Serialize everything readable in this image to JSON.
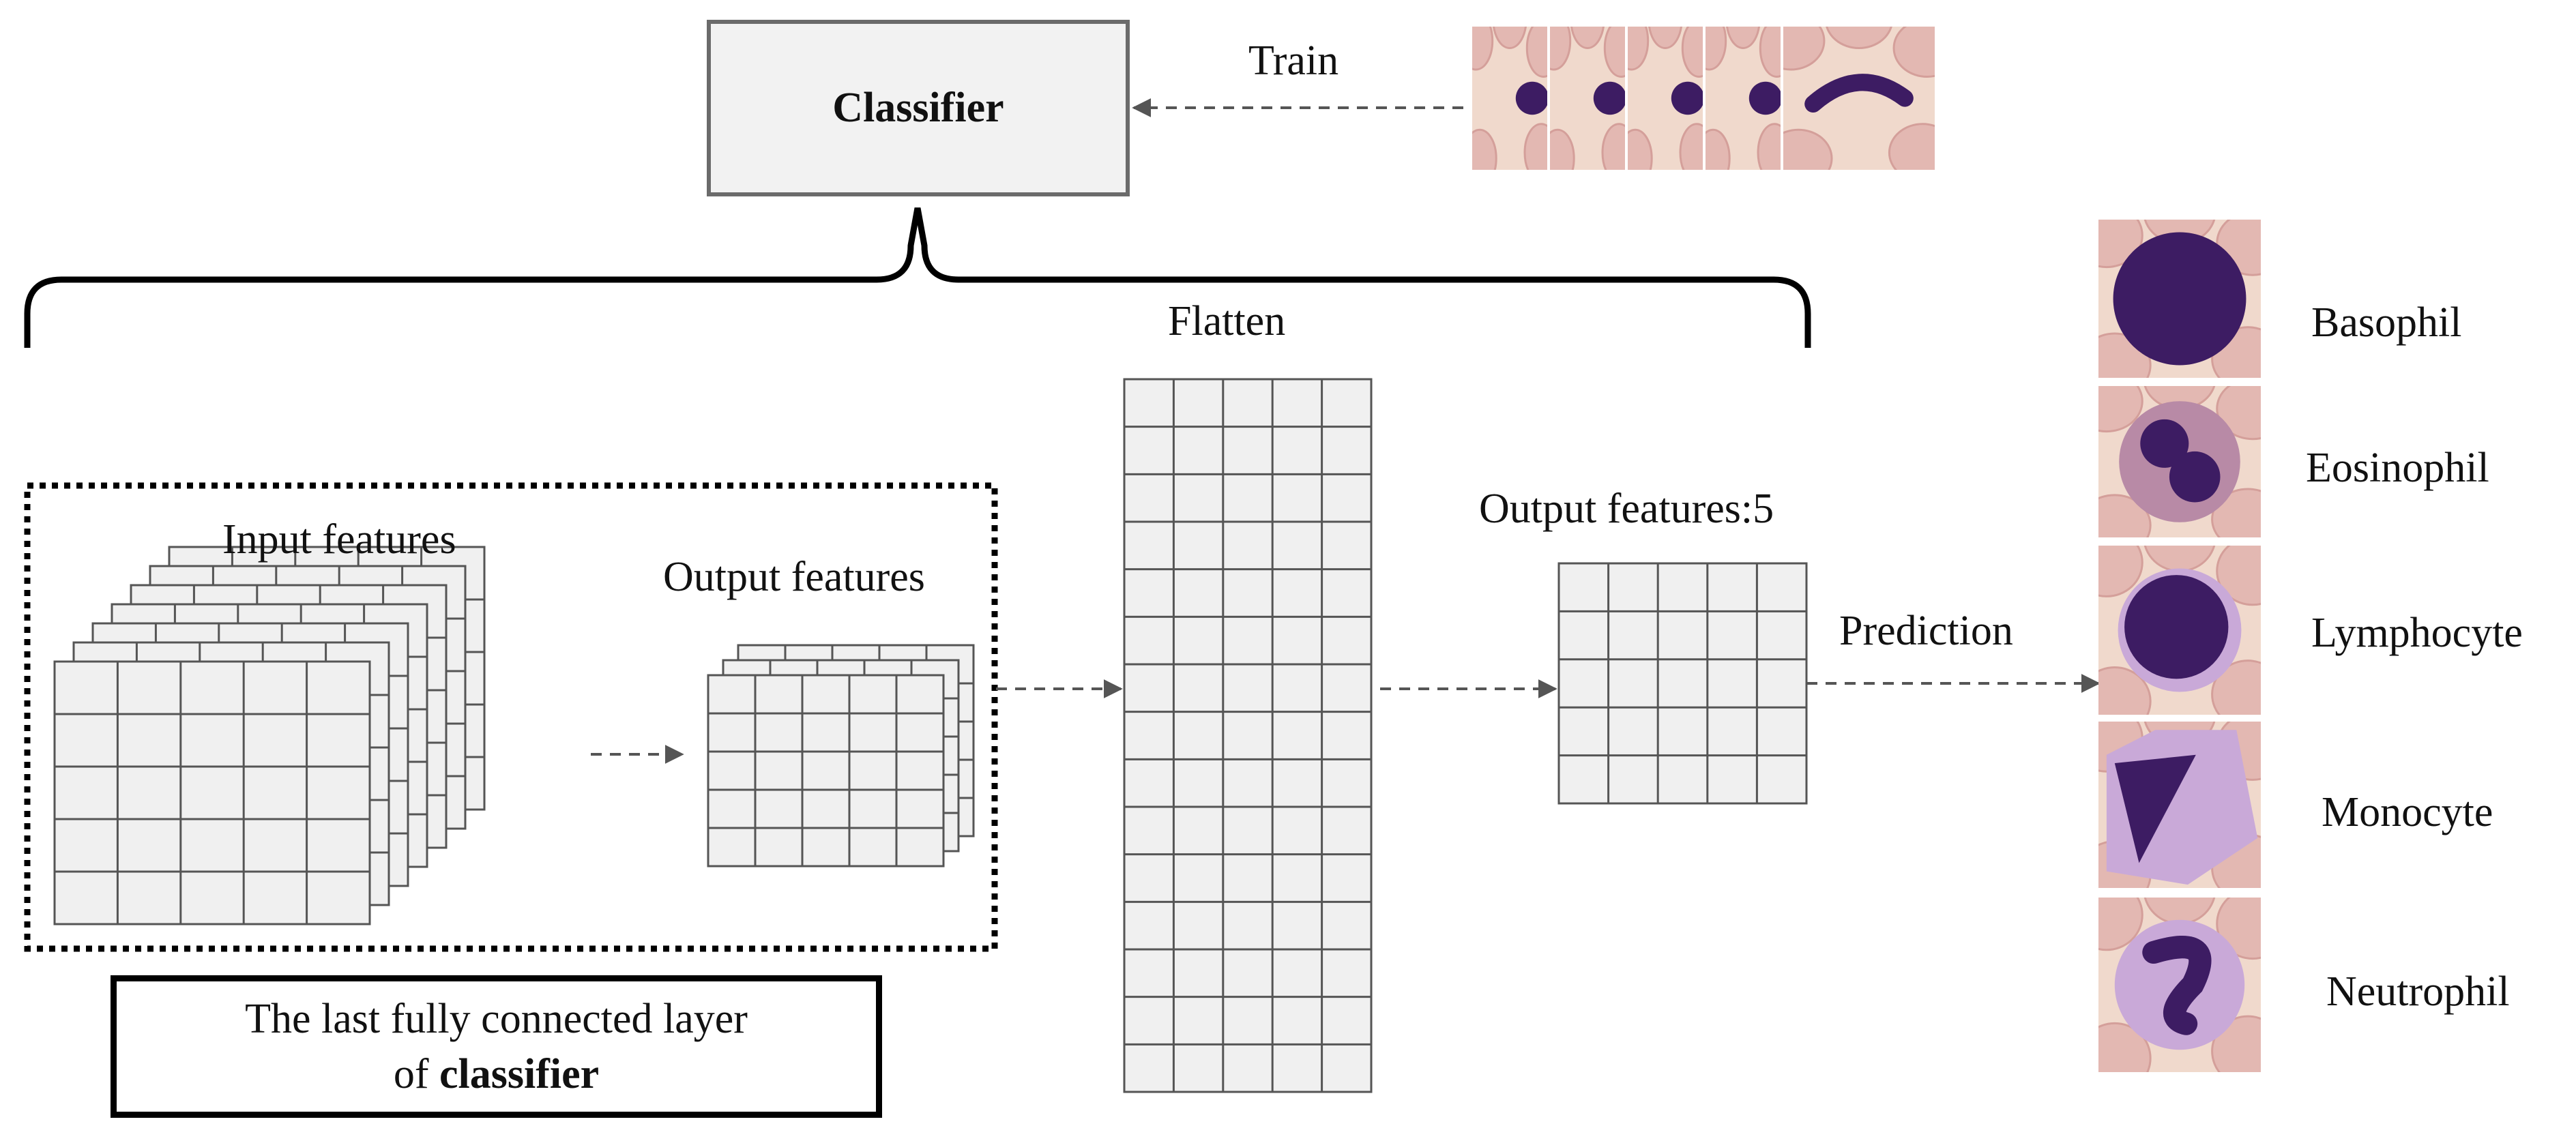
{
  "classifier": {
    "label": "Classifier"
  },
  "train": {
    "label": "Train"
  },
  "flatten": {
    "label": "Flatten"
  },
  "input_features": {
    "label": "Input features"
  },
  "output_features": {
    "label": "Output features"
  },
  "output_features_5": {
    "label": "Output features:5"
  },
  "prediction": {
    "label": "Prediction"
  },
  "fc_layer": {
    "line1": "The last fully connected layer",
    "line2_prefix": "of ",
    "line2_bold": "classifier"
  },
  "classes": [
    {
      "label": "Basophil",
      "nucleus": "round"
    },
    {
      "label": "Eosinophil",
      "nucleus": "bilobed"
    },
    {
      "label": "Lymphocyte",
      "nucleus": "round-large"
    },
    {
      "label": "Monocyte",
      "nucleus": "kidney"
    },
    {
      "label": "Neutrophil",
      "nucleus": "segmented"
    }
  ],
  "colors": {
    "cell_bg": "#f0d9cc",
    "rbc": "#e3b8b2",
    "nucleus": "#3d1c63",
    "cytoplasm": "#c9a9d8",
    "grid_fill": "#f0f0f0",
    "grid_line": "#555555",
    "arrow": "#555555"
  }
}
